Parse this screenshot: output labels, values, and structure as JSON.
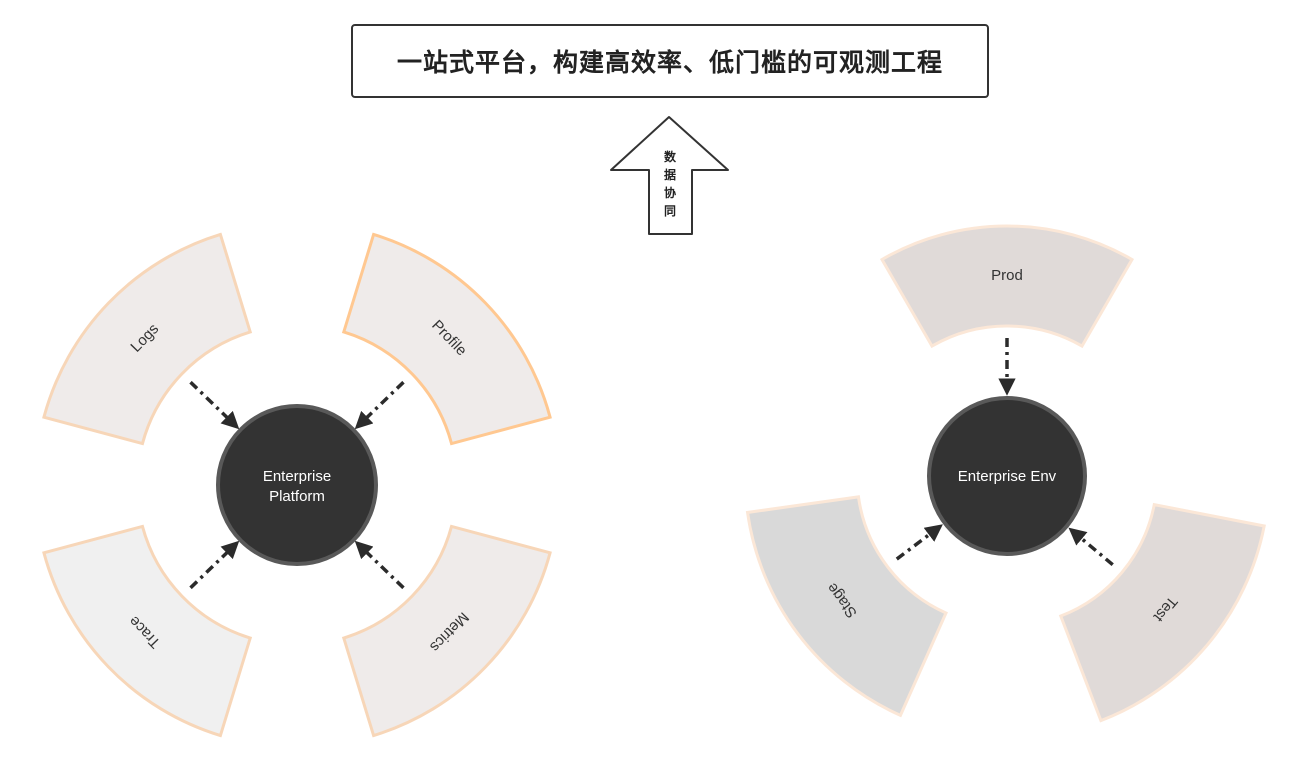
{
  "title": "一站式平台，构建高效率、低门槛的可观测工程",
  "up_arrow": {
    "label_chars": [
      "数",
      "据",
      "协",
      "同"
    ]
  },
  "platform": {
    "hub": {
      "line1": "Enterprise",
      "line2": "Platform"
    },
    "segments": [
      {
        "label": "Logs",
        "fill": "#efebea",
        "stroke": "#f7d6b8"
      },
      {
        "label": "Profile",
        "fill": "#efebea",
        "stroke": "#ffc891"
      },
      {
        "label": "Metrics",
        "fill": "#efebea",
        "stroke": "#f7d6b8"
      },
      {
        "label": "Trace",
        "fill": "#f0f0f0",
        "stroke": "#f7d6b8"
      }
    ]
  },
  "env": {
    "hub": {
      "label": "Enterprise Env"
    },
    "segments": [
      {
        "label": "Prod",
        "fill": "#e0dad8",
        "stroke": "#fbe7d7"
      },
      {
        "label": "Test",
        "fill": "#e0dad8",
        "stroke": "#fbe7d7"
      },
      {
        "label": "Stage",
        "fill": "#d9d9d9",
        "stroke": "#fbe7d7"
      }
    ]
  },
  "colors": {
    "hub_fill": "#333333",
    "hub_stroke": "#595959",
    "arrow": "#2b2b2b"
  }
}
